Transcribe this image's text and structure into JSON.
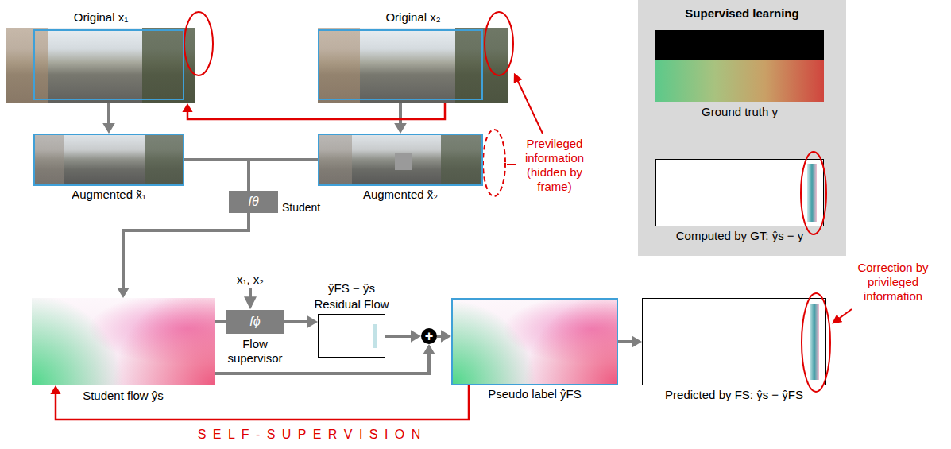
{
  "diagram": {
    "nodes": [
      {
        "text": [
          "Original x₁"
        ]
      },
      {
        "text": [
          "Original x₂"
        ]
      },
      {
        "text": [
          "Augmented x̃₁"
        ]
      },
      {
        "text": [
          "Augmented x̃₂"
        ]
      },
      {
        "text": [
          "fθ",
          "Student"
        ]
      },
      {
        "text": [
          "Student flow ŷs"
        ]
      },
      {
        "text": [
          "fϕ",
          "Flow supervisor"
        ]
      },
      {
        "text": [
          "ŷFS − ŷs",
          "Residual Flow"
        ]
      },
      {
        "text": [
          "+"
        ]
      },
      {
        "text": [
          "Pseudo label ŷFS"
        ]
      },
      {
        "text": [
          "Predicted by FS: ŷs − ŷFS"
        ]
      },
      {
        "text": [
          "Supervised learning"
        ]
      },
      {
        "text": [
          "Ground truth y"
        ],
        "in": 11
      },
      {
        "text": [
          "Computed by GT: ŷs − y"
        ],
        "in": 11
      }
    ],
    "edges": [
      {
        "from": 0,
        "to": 2,
        "arrow": "to"
      },
      {
        "from": 1,
        "to": 3,
        "arrow": "to"
      },
      {
        "from": 1,
        "to": 0,
        "arrow": "to"
      },
      {
        "from": 2,
        "to": 4,
        "arrow": "none"
      },
      {
        "from": 3,
        "to": 4,
        "arrow": "none"
      },
      {
        "from": 4,
        "to": 5,
        "arrow": "to"
      },
      {
        "from": 5,
        "to": 6,
        "arrow": "none"
      },
      {
        "from": 6,
        "to": 7,
        "arrow": "to"
      },
      {
        "from": 7,
        "to": 8,
        "arrow": "to"
      },
      {
        "from": 5,
        "to": 8,
        "arrow": "to"
      },
      {
        "from": 8,
        "to": 9,
        "arrow": "to"
      },
      {
        "from": 9,
        "to": 10,
        "arrow": "to"
      },
      {
        "from": 9,
        "to": 5,
        "arrow": "to",
        "label": "S E L F - S U P E R V I S I O N"
      }
    ],
    "labels": [
      "Previleged information (hidden by frame)",
      "x₁, x₂",
      "Correction by privileged information"
    ]
  }
}
